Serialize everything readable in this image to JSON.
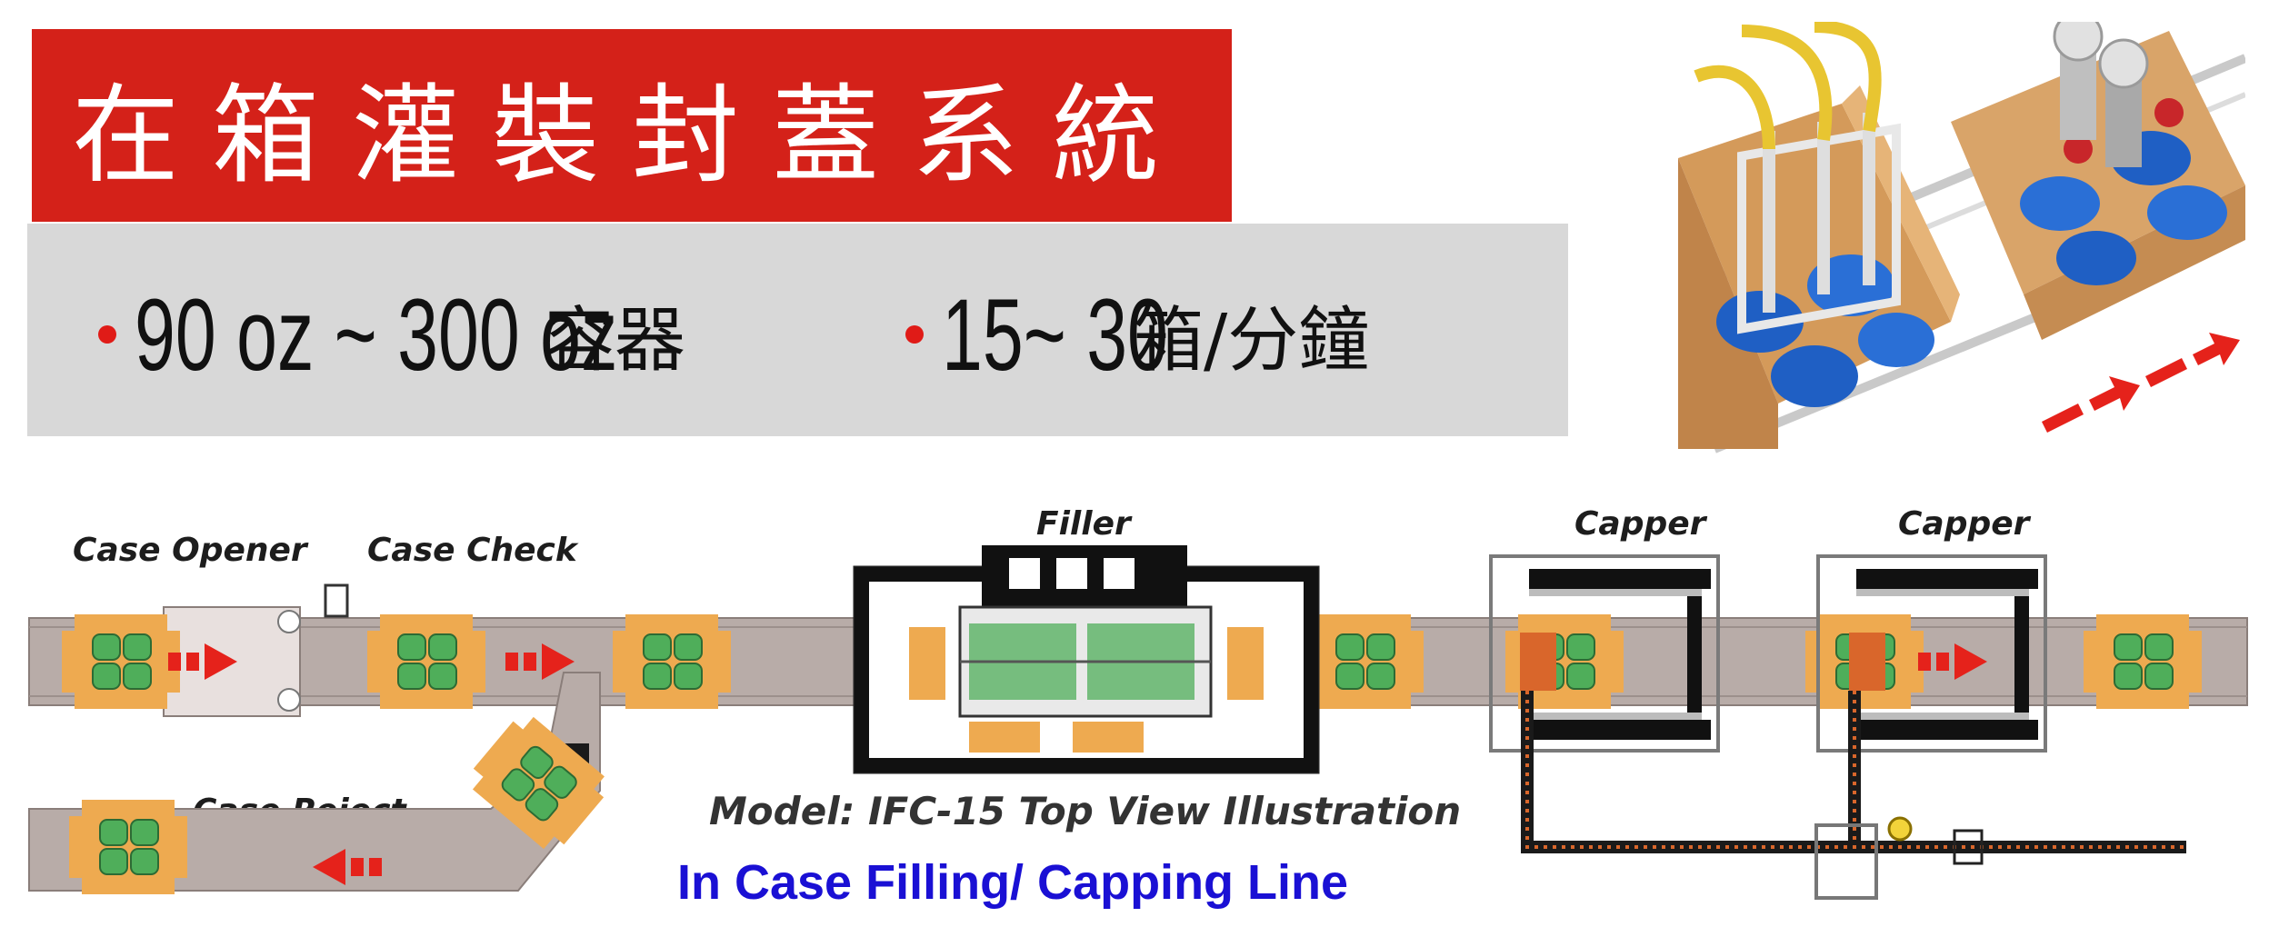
{
  "title": "在箱灌裝封蓋系統",
  "specs": [
    {
      "main": "90 oz ~ 300 oz",
      "cjk": "容器"
    },
    {
      "main": "15~ 30",
      "cjk": "箱/分鐘"
    }
  ],
  "stations": {
    "case_opener": "Case Opener",
    "case_check": "Case Check",
    "filler": "Filler",
    "capper_1": "Capper",
    "capper_2": "Capper",
    "case_reject": "Case Reject"
  },
  "model_caption": "Model: IFC-15 Top View Illustration",
  "line_subtitle": "In Case Filling/ Capping Line",
  "colors": {
    "title_red": "#d42119",
    "spec_gray": "#d8d8d8",
    "subtitle_blue": "#1a10d4",
    "conveyor": "#b8aca8",
    "case_orange": "#eeaa50",
    "bottle_green": "#4fae5a",
    "arrow_red": "#e5221b"
  }
}
